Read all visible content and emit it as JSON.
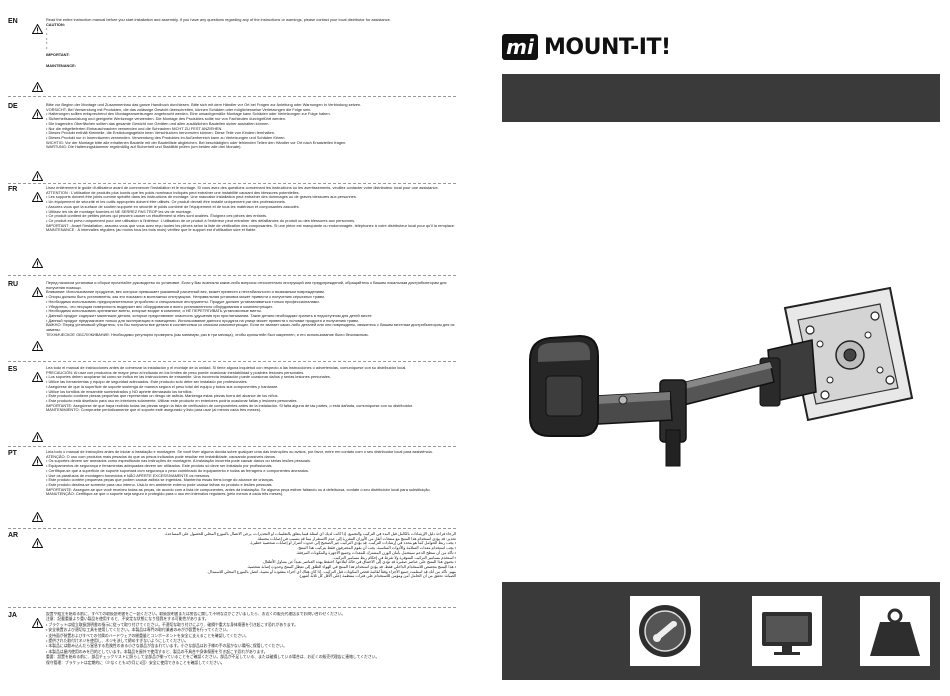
{
  "brand": {
    "badge": "mi",
    "name": "MOUNT-IT!"
  },
  "languages": [
    {
      "code": "EN",
      "paragraphs": [
        "Read the entire instruction manual before you start installation and assembly. If you have any questions regarding any of the instructions or warnings, please contact your local distributor for assistance.",
        "CAUTION:"
      ],
      "bullets": [
        "",
        "",
        "",
        "",
        ""
      ],
      "tail": [
        "IMPORTANT:",
        "",
        "MAINTENANCE:"
      ]
    },
    {
      "code": "DE",
      "paragraphs": [
        "Bitte vor Beginn der Montage und Zusammenbau das ganze Handbuch durchlesen. Bitte sich mit dem Händler vor Ort bei Fragen zur Anleitung oder Warnungen in Verbindung setzen.",
        "VORSICHT: Bei Verwendung mit Produkten, die das zulässige Gewicht überschreiten, können Schäden oder möglicherweise Verletzungen die Folge sein.",
        "• Halterungen sollten entsprechend den Montageanweisungen angebracht werden. Eine unsachgemäße Montage kann Schäden oder Verletzungen zur Folge haben.",
        "• Sicherheitsausrüstung und geeignete Werkzeuge verwenden. Die Montage des Produktes sollte nur von Fachleuten durchgeführt werden.",
        "• Die tragenden Oberflächen sollten das gesamte Gewicht von Geräten und allen zusätzlichen Bauteilen sicher aushalten können.",
        "• Nur die mitgelieferten Einbauschrauben verwenden und die Schrauben NICHT ZU FEST ANZIEHEN.",
        "• Dieses Produkt enthält Kleinteile, die Erstickungsgefahr beim Verschlucken hervorrufen können. Diese Teile von Kindern fernhalten.",
        "• Dieses Produkt nur in Innenräumen verwenden. Verwendung des Produktes im Außenbereich kann zu Verletzungen und Schäden führen.",
        "WICHTIG: Vor der Montage bitte alle erhaltenen Bauteile mit der Bauteilliste abgleichen. Bei beschädigten oder fehlenden Teilen den Händler vor Ort nach Ersatzteilen fragen.",
        "WARTUNG: Die Halterungsklammer regelmäßig auf Sicherheit und Stabilität prüfen (um beiden alle drei Monate)."
      ]
    },
    {
      "code": "FR",
      "paragraphs": [
        "Lisez entièrement le guide d'utilisateur avant de commencer l'installation et le montage. Si vous avez des questions concernant les instructions ou les avertissements, veuillez contacter votre distributeur local pour une assistance.",
        "ATTENTION : L'utilisation de produits plus lourds que les poids nominaux indiqués peut entraîner une instabilité causant des blessures potentielles.",
        "• Les supports doivent être joints comme spécifié dans les instructions de montage. Une mauvaise installation peut entraîner des dommages ou de graves blessures aux personnes.",
        "• Un équipement de sécurité et les outils appropriés doivent être utilisés. Ce produit devrait être installé uniquement par des professionnels.",
        "• Assurez-vous que la surface de soutien supporte en sécurité le poids combiné de l'équipement et de tous les matériaux et composantes associés.",
        "• Utilisez les vis de montage fournies et NE SERREZ PAS TROP les vis de montage.",
        "• Ce produit contient de petites pièces qui peuvent causer un étouffement si elles sont avalées. Éloignez ces pièces des enfants.",
        "• Ce produit est prévu uniquement pour une utilisation à l'intérieur. L'utilisation de ce produit à l'extérieur peut entraîner des défaillances du produit ou des blessures aux personnes.",
        "IMPORTANT : Avant l'installation, assurez-vous que vous avez reçu toutes les pièces selon la liste de vérification des composantes. Si une pièce est manquante ou endommagée, téléphonez à votre distributeur local pour qu'il la remplace.",
        "MAINTENANCE : À intervalles réguliers (au moins tous les trois mois) vérifiez que le support est d'utilisation sûre et fiable."
      ]
    },
    {
      "code": "RU",
      "paragraphs": [
        "Перед началом установки и сборки прочитайте руководство по установке. Если у Вас возникли какие-либо вопросы относительно инструкций или предупреждений, обращайтесь к Вашим локальным дистрибьюторам для получения помощи.",
        "Внимание: Использование продуктов, вес которых превышает указанный расчетный вес, может привести к нестабильности и возможным повреждениям.",
        "• Опоры должны быть установлены, как это показано в монтажных инструкциях. Неправильная установка может привести к получению серьезных травм.",
        "• Необходимо использовать предохранительное устройство и специальные инструменты. Продукт должен устанавливаться только профессионалами.",
        "• Убедитесь, что несущая поверхность выдержит вес оборудования и всего установленного оборудования и комплектующих.",
        "• Необходимо использовать крепежные винты, которые входят в комплект, и НЕ ПЕРЕТЯГИВАТЬ установочные винты.",
        "• Данный продукт содержит маленькие детали, которые представляют опасность удушения при проглатывании. Такие детали необходимо хранить в недоступном для детей месте.",
        "• Данный продукт предназначен только для эксплуатации в помещении. Использование данного продукта на улице может привести к поломке продукта и получению травм.",
        "ВАЖНО: Перед установкой убедитесь, что Вы получили все детали в соответствии со списком комплектующих. Если не хватает каких-либо деталей или они повреждены, свяжитесь с Вашим местным дистрибьютором для их замены.",
        "ТЕХНИЧЕСКОЕ ОБСЛУЖИВАНИЕ: Необходимо регулярно проверять (как минимум, раз в три месяца), чтобы кронштейн был закреплен, и его использование было безопасным."
      ]
    },
    {
      "code": "ES",
      "paragraphs": [
        "Lea todo el manual de instrucciones antes de comenzar la instalación y el montaje de la unidad. Si tiene alguna inquietud con respecto a las instrucciones o advertencias, comuníquese con su distribuidor local.",
        "PRECAUCIÓN: Al usar con productos de mayor peso al indicado en los límites de peso puede ocasionar inestabilidad y posibles lesiones personales.",
        "• Los soportes deben acoplarse tal como se indica en las instrucciones de ensamble. Una incorrecta instalación puede ocasionar daños y serias lesiones personales.",
        "• Utilice las herramientas y equipo de seguridad adecuados. Este producto solo debe ser instalado por profesionales.",
        "• Asegúrese de que la superficie de soporte sostenga de manera segura el peso total del equipo y todos sus componentes y hardware.",
        "• Utilice los tornillos de ensamble suministrados y NO apriete demasiado los tornillos.",
        "• Este producto contiene piezas pequeñas que representan un riesgo de asfixia. Mantenga estas piezas fuera del alcance de los niños.",
        "• Este producto está diseñado para uso en interiores solamente. Utilizar este producto en exteriores podría ocasionar fallas y lesiones personales.",
        "IMPORTANTE: Asegúrese de que haya recibido todas las piezas según la lista de verificación de componentes antes de la instalación. Si falta alguna de las partes, o está dañada, comuníquese con su distribuidor.",
        "MANTENIMIENTO: Compruebe periódicamente que el soporte esté asegurado y listo para usar (al menos cada tres meses)."
      ]
    },
    {
      "code": "PT",
      "paragraphs": [
        "Leia todo o manual de instruções antes de iniciar a instalação e montagem. Se você tiver alguma dúvida sobre qualquer uma das instruções ou avisos, por favor, entre em contato com o seu distribuidor local para assistência.",
        "ATENÇÃO: O uso com produtos mais pesados do que os pesos indicados pode resultar em instabilidade, causando possíveis danos.",
        "• Os suportes devem ser anexados como especificado nas instruções de montagem. A instalação incorreta pode causar danos ou sérias lesões pessoais.",
        "• Equipamentos de segurança e ferramentas adequadas devem ser utilizados. Este produto só deve ser instalado por profissionais.",
        "• Certifique-se que a superfície de suporte suportará com segurança o peso combinado do equipamento e todas as ferragens e componentes anexados.",
        "• Use os parafusos de montagem fornecidos e NÃO APERTE EXCESSIVAMENTE os mesmos.",
        "• Este produto contém pequenas peças que podem causar asfixia se ingeridas. Mantenha essas itens longe do alcance de crianças.",
        "• Este produto destina-se somente para uso interno. Usá-lo em ambiente externo pode causar falhas no produto e lesões pessoais.",
        "IMPORTANTE: Assegure-se que você recebeu todas as peças, de acordo com a lista de componentes, antes da instalação. Se alguma peça estiver faltando ou à defeituosa, contate o seu distribuidor local para substituição.",
        "MANUTENÇÃO: Certifique-se que o suporte seja seguro e protegido para o uso em intervalos regulares (pelo menos a cada três meses)."
      ]
    },
    {
      "code": "AR",
      "paragraphs": [
        "الرجاء قراءة دليل الإرشادات بالكامل قبل البدء في التركيب والتجميع. إذا كانت لديك أي أسئلة فيما يتعلق بالتعليمات أو التحذيرات، يرجى الاتصال بالموزع المحلي للحصول على المساعدة.",
        "تحذير: قد يؤدي استخدام هذا المنتج مع منتجات أثقل من الأوزان المقررة إلى عدم الاستقرار مما قد يتسبب في إصابات محتملة.",
        "• يجب ربط الحوامل كما هو محدد في إرشادات التركيب. قد يؤدي التركيب غير الصحيح إلى حدوث أضرار أو إصابات شخصية خطيرة.",
        "• يجب استخدام معدات السلامة والأدوات المناسبة. يجب أن يقوم المحترفون فقط بتركيب هذا المنتج.",
        "• تأكد من أن سطح الدعم سيتحمل بأمان الوزن المشترك للمعدات وجميع الأجهزة والمكونات المرفقة.",
        "• استخدم مسامير التركيب المتوفرة ولا تفرط في إحكام ربط مسامير التركيب.",
        "• يحتوي هذا المنتج على عناصر صغيرة قد تؤدي إلى الاختناق في حالة ابتلاعها. احتفظ بهذه العناصر بعيداً عن متناول الأطفال.",
        "• هذا المنتج مخصص للاستخدام الداخلي فقط. قد يؤدي استخدام هذا المنتج في الهواء الطلق إلى تعطل المنتج وحدوث إصابة شخصية.",
        "مهم: تأكد من أنك قد استلمت جميع الأجزاء وفقاً لقائمة فحص المكونات قبل التركيب. إذا كان هناك أي أجزاء مفقودة أو معيبة، اتصل بالموزع المحلي للاستبدال.",
        "الصيانة: تحقق من أن الحامل آمن ومؤمن للاستخدام على فترات منتظمة (على الأقل كل ثلاثة أشهر)."
      ]
    },
    {
      "code": "JA",
      "paragraphs": [
        "設置や組立を始める前に、すべての取扱説明書をご一読ください。取扱説明書または警告に関して不明な点がございましたら、お近くの販売代理店までお問い合わせください。",
        "注意：記載重量より重い製品を使用すると、不安定な状態になり怪我をする可能性があります。",
        "• ブラケットは組立取扱説明書の指示に従って取り付けてください。不適切な取り付けにより、破損や重大な身体傷害を引き起こす恐れがあります。",
        "• 安全装置および適切な工具を使用してください。本製品は専門の取付業者のみがが設置を行ってください。",
        "• 支持面が装置およびすべての付属のハードウェアの総重量とコンポーネントを安全に支えることを確認してください。",
        "• 提供された取付けネジを使用し、ネジを決して締めすぎないようにしてください。",
        "• 本製品には飲み込んだら窒息する危険性のある小さな部品が含まれています。小さな部品はお子様の手の届かない場所に保管してください。",
        "• 本製品は屋内使用のみを目的としています。本製品を屋外で使用すると、製品の不具合や身体傷害を引き起こす恐れがあります。",
        "重要：設置を始める前に、部品チェックリストに照らして全部品が揃っていることをご確認ください。部品が不足している、または破損している場合は、お近くの販売代理店に連絡してください。",
        "保守管理：ブラケットは定期的に（少なくとも3か月に1回）安全に使用できることを確認してください。"
      ]
    }
  ]
}
